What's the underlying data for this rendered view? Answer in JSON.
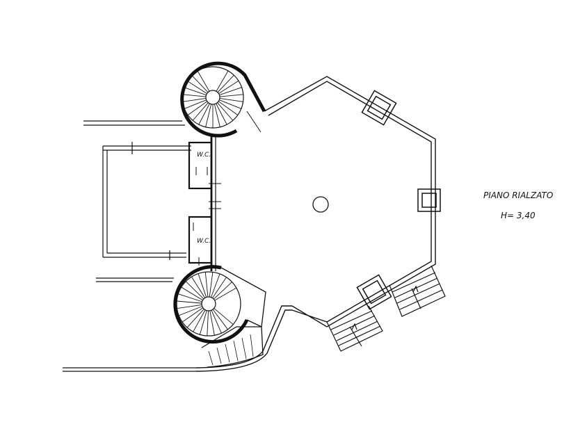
{
  "labels": {
    "floor_name": "PIANO RIALZATO",
    "height": "H= 3,40",
    "wc_upper": "W.C.",
    "wc_lower": "W.C."
  }
}
